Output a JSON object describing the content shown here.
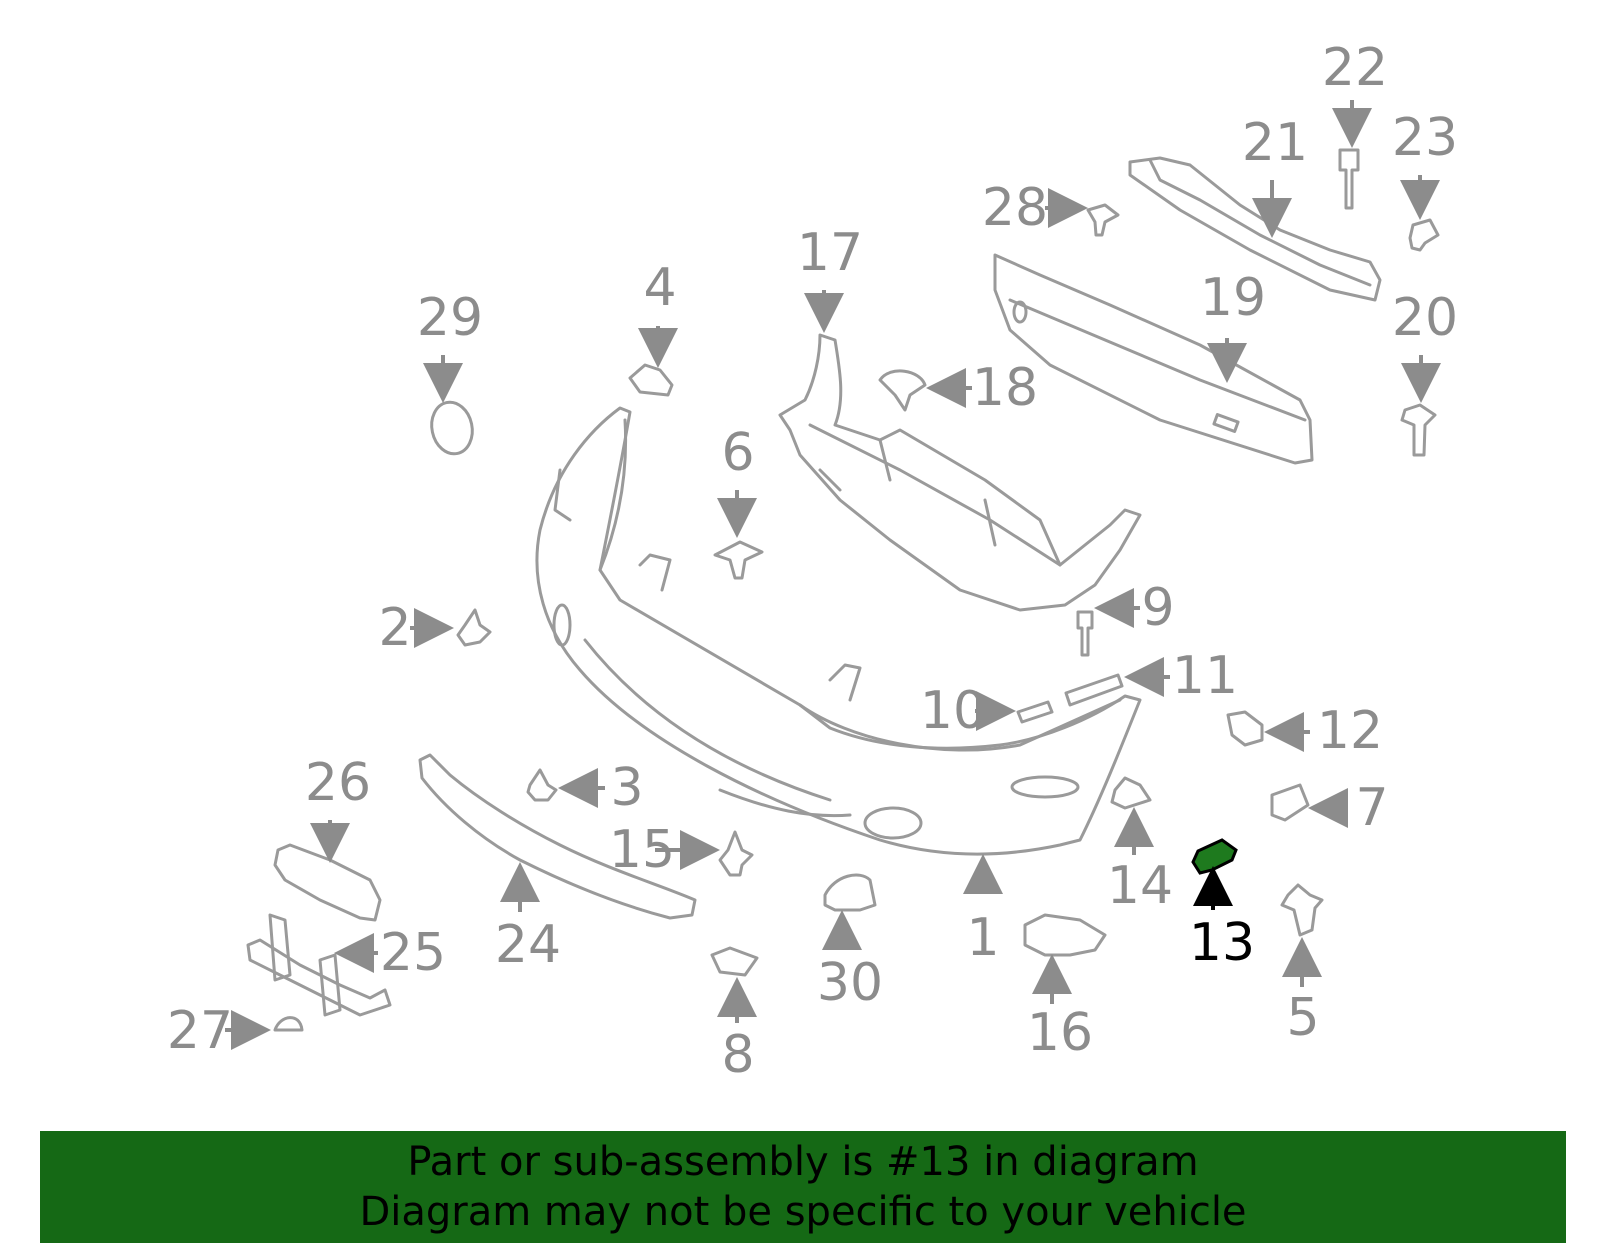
{
  "diagram": {
    "highlighted_part": "13",
    "highlight_color": "#1e7a1e",
    "callouts": [
      "1",
      "2",
      "3",
      "4",
      "5",
      "6",
      "7",
      "8",
      "9",
      "10",
      "11",
      "12",
      "13",
      "14",
      "15",
      "16",
      "17",
      "18",
      "19",
      "20",
      "21",
      "22",
      "23",
      "24",
      "25",
      "26",
      "27",
      "28",
      "29",
      "30"
    ]
  },
  "banner": {
    "background_color": "#156915",
    "line1": "Part or sub-assembly is #13 in diagram",
    "line2": "Diagram may not be specific to your vehicle"
  }
}
